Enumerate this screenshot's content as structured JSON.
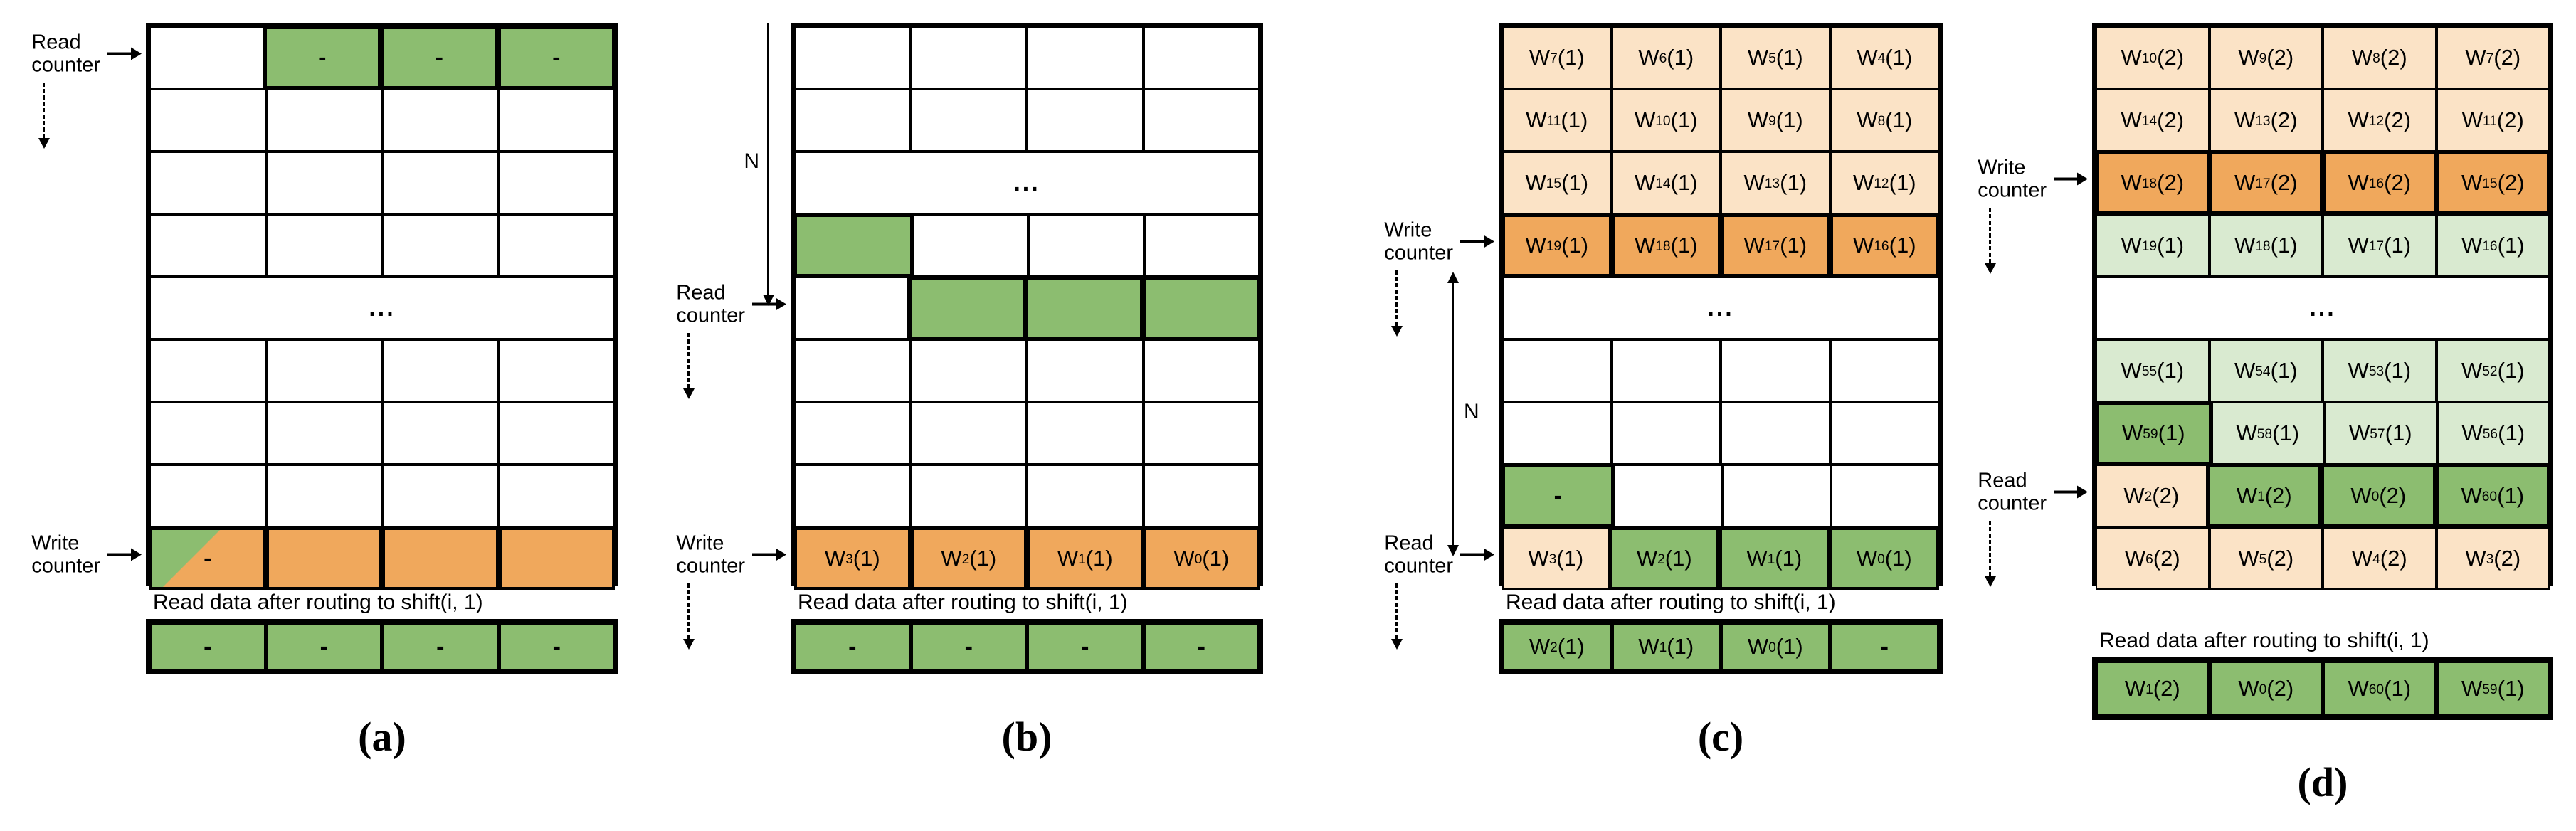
{
  "colors": {
    "green": "#8cbd70",
    "green_light": "#d9ead0",
    "orange": "#f0a85c",
    "peach": "#fbe3c6",
    "line": "#000000"
  },
  "labels": {
    "read_counter": "Read counter",
    "write_counter": "Write counter",
    "n": "N",
    "ellipsis": "...",
    "output_label": "Read data after routing to shift(i, 1)"
  },
  "panels": [
    {
      "id": "a",
      "caption": "(a)",
      "counters": [
        {
          "type": "read",
          "row": 0,
          "dashed": true
        },
        {
          "type": "write",
          "row": 8,
          "dashed": false
        }
      ],
      "n_arrow": null,
      "rows": [
        {
          "cells": [
            {
              "t": ""
            },
            {
              "t": "-",
              "bg": "green",
              "hl": true
            },
            {
              "t": "-",
              "bg": "green",
              "hl": true
            },
            {
              "t": "-",
              "bg": "green",
              "hl": true
            }
          ]
        },
        {
          "cells": [
            {
              "t": ""
            },
            {
              "t": ""
            },
            {
              "t": ""
            },
            {
              "t": ""
            }
          ]
        },
        {
          "cells": [
            {
              "t": ""
            },
            {
              "t": ""
            },
            {
              "t": ""
            },
            {
              "t": ""
            }
          ]
        },
        {
          "cells": [
            {
              "t": ""
            },
            {
              "t": ""
            },
            {
              "t": ""
            },
            {
              "t": ""
            }
          ]
        },
        {
          "ellipsis": true
        },
        {
          "cells": [
            {
              "t": ""
            },
            {
              "t": ""
            },
            {
              "t": ""
            },
            {
              "t": ""
            }
          ]
        },
        {
          "cells": [
            {
              "t": ""
            },
            {
              "t": ""
            },
            {
              "t": ""
            },
            {
              "t": ""
            }
          ]
        },
        {
          "cells": [
            {
              "t": ""
            },
            {
              "t": ""
            },
            {
              "t": ""
            },
            {
              "t": ""
            }
          ]
        },
        {
          "cells": [
            {
              "t": "-",
              "bg": "diag",
              "hl": true
            },
            {
              "t": "",
              "bg": "orange",
              "hl": true
            },
            {
              "t": "",
              "bg": "orange",
              "hl": true
            },
            {
              "t": "",
              "bg": "orange",
              "hl": true
            }
          ]
        }
      ],
      "output": [
        {
          "t": "-",
          "bg": "green"
        },
        {
          "t": "-",
          "bg": "green"
        },
        {
          "t": "-",
          "bg": "green"
        },
        {
          "t": "-",
          "bg": "green"
        }
      ]
    },
    {
      "id": "b",
      "caption": "(b)",
      "counters": [
        {
          "type": "read",
          "row": 4,
          "dashed": true
        },
        {
          "type": "write",
          "row": 8,
          "dashed": true
        }
      ],
      "n_arrow": {
        "from_row": 0,
        "to_row": 4,
        "heads": "down",
        "label_side": "left"
      },
      "rows": [
        {
          "cells": [
            {
              "t": ""
            },
            {
              "t": ""
            },
            {
              "t": ""
            },
            {
              "t": ""
            }
          ]
        },
        {
          "cells": [
            {
              "t": ""
            },
            {
              "t": ""
            },
            {
              "t": ""
            },
            {
              "t": ""
            }
          ]
        },
        {
          "ellipsis": true
        },
        {
          "cells": [
            {
              "t": "",
              "bg": "green",
              "hl": true
            },
            {
              "t": ""
            },
            {
              "t": ""
            },
            {
              "t": ""
            }
          ]
        },
        {
          "cells": [
            {
              "t": ""
            },
            {
              "t": "",
              "bg": "green",
              "hl": true
            },
            {
              "t": "",
              "bg": "green",
              "hl": true
            },
            {
              "t": "",
              "bg": "green",
              "hl": true
            }
          ]
        },
        {
          "cells": [
            {
              "t": ""
            },
            {
              "t": ""
            },
            {
              "t": ""
            },
            {
              "t": ""
            }
          ]
        },
        {
          "cells": [
            {
              "t": ""
            },
            {
              "t": ""
            },
            {
              "t": ""
            },
            {
              "t": ""
            }
          ]
        },
        {
          "cells": [
            {
              "t": ""
            },
            {
              "t": ""
            },
            {
              "t": ""
            },
            {
              "t": ""
            }
          ]
        },
        {
          "cells": [
            {
              "t": "W_3(1)",
              "bg": "orange",
              "hl": true
            },
            {
              "t": "W_2(1)",
              "bg": "orange",
              "hl": true
            },
            {
              "t": "W_1(1)",
              "bg": "orange",
              "hl": true
            },
            {
              "t": "W_0(1)",
              "bg": "orange",
              "hl": true
            }
          ]
        }
      ],
      "output": [
        {
          "t": "-",
          "bg": "green"
        },
        {
          "t": "-",
          "bg": "green"
        },
        {
          "t": "-",
          "bg": "green"
        },
        {
          "t": "-",
          "bg": "green"
        }
      ]
    },
    {
      "id": "c",
      "caption": "(c)",
      "counters": [
        {
          "type": "write",
          "row": 3,
          "dashed": true
        },
        {
          "type": "read",
          "row": 8,
          "dashed": true
        }
      ],
      "n_arrow": {
        "from_row": 4,
        "to_row": 8,
        "heads": "both",
        "label_side": "right"
      },
      "rows": [
        {
          "cells": [
            {
              "t": "W_7(1)",
              "bg": "peach"
            },
            {
              "t": "W_6(1)",
              "bg": "peach"
            },
            {
              "t": "W_5(1)",
              "bg": "peach"
            },
            {
              "t": "W_4(1)",
              "bg": "peach"
            }
          ]
        },
        {
          "cells": [
            {
              "t": "W_11(1)",
              "bg": "peach"
            },
            {
              "t": "W_10(1)",
              "bg": "peach"
            },
            {
              "t": "W_9(1)",
              "bg": "peach"
            },
            {
              "t": "W_8(1)",
              "bg": "peach"
            }
          ]
        },
        {
          "cells": [
            {
              "t": "W_15(1)",
              "bg": "peach"
            },
            {
              "t": "W_14(1)",
              "bg": "peach"
            },
            {
              "t": "W_13(1)",
              "bg": "peach"
            },
            {
              "t": "W_12(1)",
              "bg": "peach"
            }
          ]
        },
        {
          "cells": [
            {
              "t": "W_19(1)",
              "bg": "orange",
              "hl": true
            },
            {
              "t": "W_18(1)",
              "bg": "orange",
              "hl": true
            },
            {
              "t": "W_17(1)",
              "bg": "orange",
              "hl": true
            },
            {
              "t": "W_16(1)",
              "bg": "orange",
              "hl": true
            }
          ]
        },
        {
          "ellipsis": true
        },
        {
          "cells": [
            {
              "t": ""
            },
            {
              "t": ""
            },
            {
              "t": ""
            },
            {
              "t": ""
            }
          ]
        },
        {
          "cells": [
            {
              "t": ""
            },
            {
              "t": ""
            },
            {
              "t": ""
            },
            {
              "t": ""
            }
          ]
        },
        {
          "cells": [
            {
              "t": "-",
              "bg": "green",
              "hl": true
            },
            {
              "t": ""
            },
            {
              "t": ""
            },
            {
              "t": ""
            }
          ]
        },
        {
          "cells": [
            {
              "t": "W_3(1)",
              "bg": "peach"
            },
            {
              "t": "W_2(1)",
              "bg": "green",
              "hl": true
            },
            {
              "t": "W_1(1)",
              "bg": "green",
              "hl": true
            },
            {
              "t": "W_0(1)",
              "bg": "green",
              "hl": true
            }
          ]
        }
      ],
      "output": [
        {
          "t": "W_2(1)",
          "bg": "green"
        },
        {
          "t": "W_1(1)",
          "bg": "green"
        },
        {
          "t": "W_0(1)",
          "bg": "green"
        },
        {
          "t": "-",
          "bg": "green"
        }
      ]
    },
    {
      "id": "d",
      "caption": "(d)",
      "counters": [
        {
          "type": "write",
          "row": 2,
          "dashed": true
        },
        {
          "type": "read",
          "row": 7,
          "dashed": true
        }
      ],
      "n_arrow": null,
      "rows": [
        {
          "cells": [
            {
              "t": "W_10(2)",
              "bg": "peach"
            },
            {
              "t": "W_9(2)",
              "bg": "peach"
            },
            {
              "t": "W_8(2)",
              "bg": "peach"
            },
            {
              "t": "W_7(2)",
              "bg": "peach"
            }
          ]
        },
        {
          "cells": [
            {
              "t": "W_14(2)",
              "bg": "peach"
            },
            {
              "t": "W_13(2)",
              "bg": "peach"
            },
            {
              "t": "W_12(2)",
              "bg": "peach"
            },
            {
              "t": "W_11(2)",
              "bg": "peach"
            }
          ]
        },
        {
          "cells": [
            {
              "t": "W_18(2)",
              "bg": "orange",
              "hl": true
            },
            {
              "t": "W_17(2)",
              "bg": "orange",
              "hl": true
            },
            {
              "t": "W_16(2)",
              "bg": "orange",
              "hl": true
            },
            {
              "t": "W_15(2)",
              "bg": "orange",
              "hl": true
            }
          ]
        },
        {
          "cells": [
            {
              "t": "W_19(1)",
              "bg": "green_light"
            },
            {
              "t": "W_18(1)",
              "bg": "green_light"
            },
            {
              "t": "W_17(1)",
              "bg": "green_light"
            },
            {
              "t": "W_16(1)",
              "bg": "green_light"
            }
          ]
        },
        {
          "ellipsis": true
        },
        {
          "cells": [
            {
              "t": "W_55(1)",
              "bg": "green_light"
            },
            {
              "t": "W_54(1)",
              "bg": "green_light"
            },
            {
              "t": "W_53(1)",
              "bg": "green_light"
            },
            {
              "t": "W_52(1)",
              "bg": "green_light"
            }
          ]
        },
        {
          "cells": [
            {
              "t": "W_59(1)",
              "bg": "green",
              "hl": true
            },
            {
              "t": "W_58(1)",
              "bg": "green_light"
            },
            {
              "t": "W_57(1)",
              "bg": "green_light"
            },
            {
              "t": "W_56(1)",
              "bg": "green_light"
            }
          ]
        },
        {
          "cells": [
            {
              "t": "W_2(2)",
              "bg": "peach"
            },
            {
              "t": "W_1(2)",
              "bg": "green",
              "hl": true
            },
            {
              "t": "W_0(2)",
              "bg": "green",
              "hl": true
            },
            {
              "t": "W_60(1)",
              "bg": "green",
              "hl": true
            }
          ]
        },
        {
          "cells": [
            {
              "t": "W_6(2)",
              "bg": "peach"
            },
            {
              "t": "W_5(2)",
              "bg": "peach"
            },
            {
              "t": "W_4(2)",
              "bg": "peach"
            },
            {
              "t": "W_3(2)",
              "bg": "peach"
            }
          ]
        }
      ],
      "output": [
        {
          "t": "W_1(2)",
          "bg": "green"
        },
        {
          "t": "W_0(2)",
          "bg": "green"
        },
        {
          "t": "W_60(1)",
          "bg": "green"
        },
        {
          "t": "W_59(1)",
          "bg": "green"
        }
      ]
    }
  ]
}
